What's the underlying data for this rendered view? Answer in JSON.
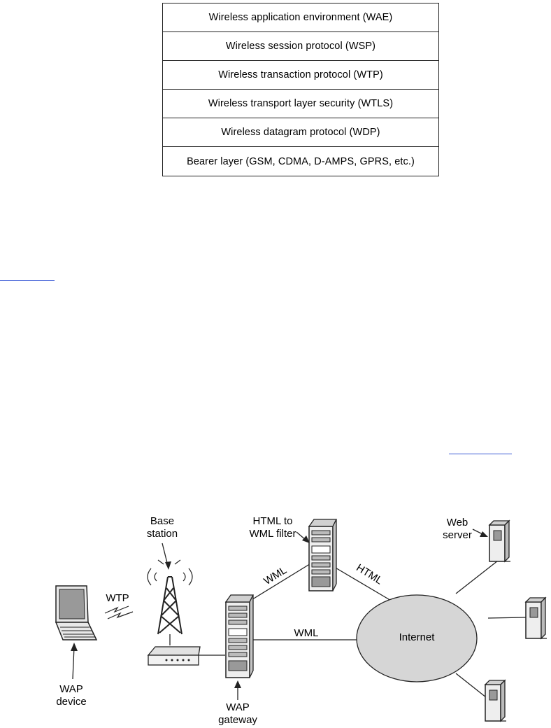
{
  "protocol_stack": {
    "layers": [
      "Wireless application environment (WAE)",
      "Wireless session protocol (WSP)",
      "Wireless transaction protocol (WTP)",
      "Wireless transport layer security (WTLS)",
      "Wireless datagram protocol (WDP)",
      "Bearer layer (GSM, CDMA, D-AMPS, GPRS, etc.)"
    ]
  },
  "network": {
    "base_station_label": [
      "Base",
      "station"
    ],
    "filter_label": [
      "HTML to",
      "WML filter"
    ],
    "web_server_label": [
      "Web",
      "server"
    ],
    "wap_device_label": [
      "WAP",
      "device"
    ],
    "wap_gateway_label": [
      "WAP",
      "gateway"
    ],
    "internet_label": "Internet",
    "link_wtp": "WTP",
    "link_wml_upper": "WML",
    "link_wml_lower": "WML",
    "link_html": "HTML",
    "colors": {
      "cloud_fill": "#d6d6d6",
      "link_accent": "#3b5bd6"
    }
  }
}
